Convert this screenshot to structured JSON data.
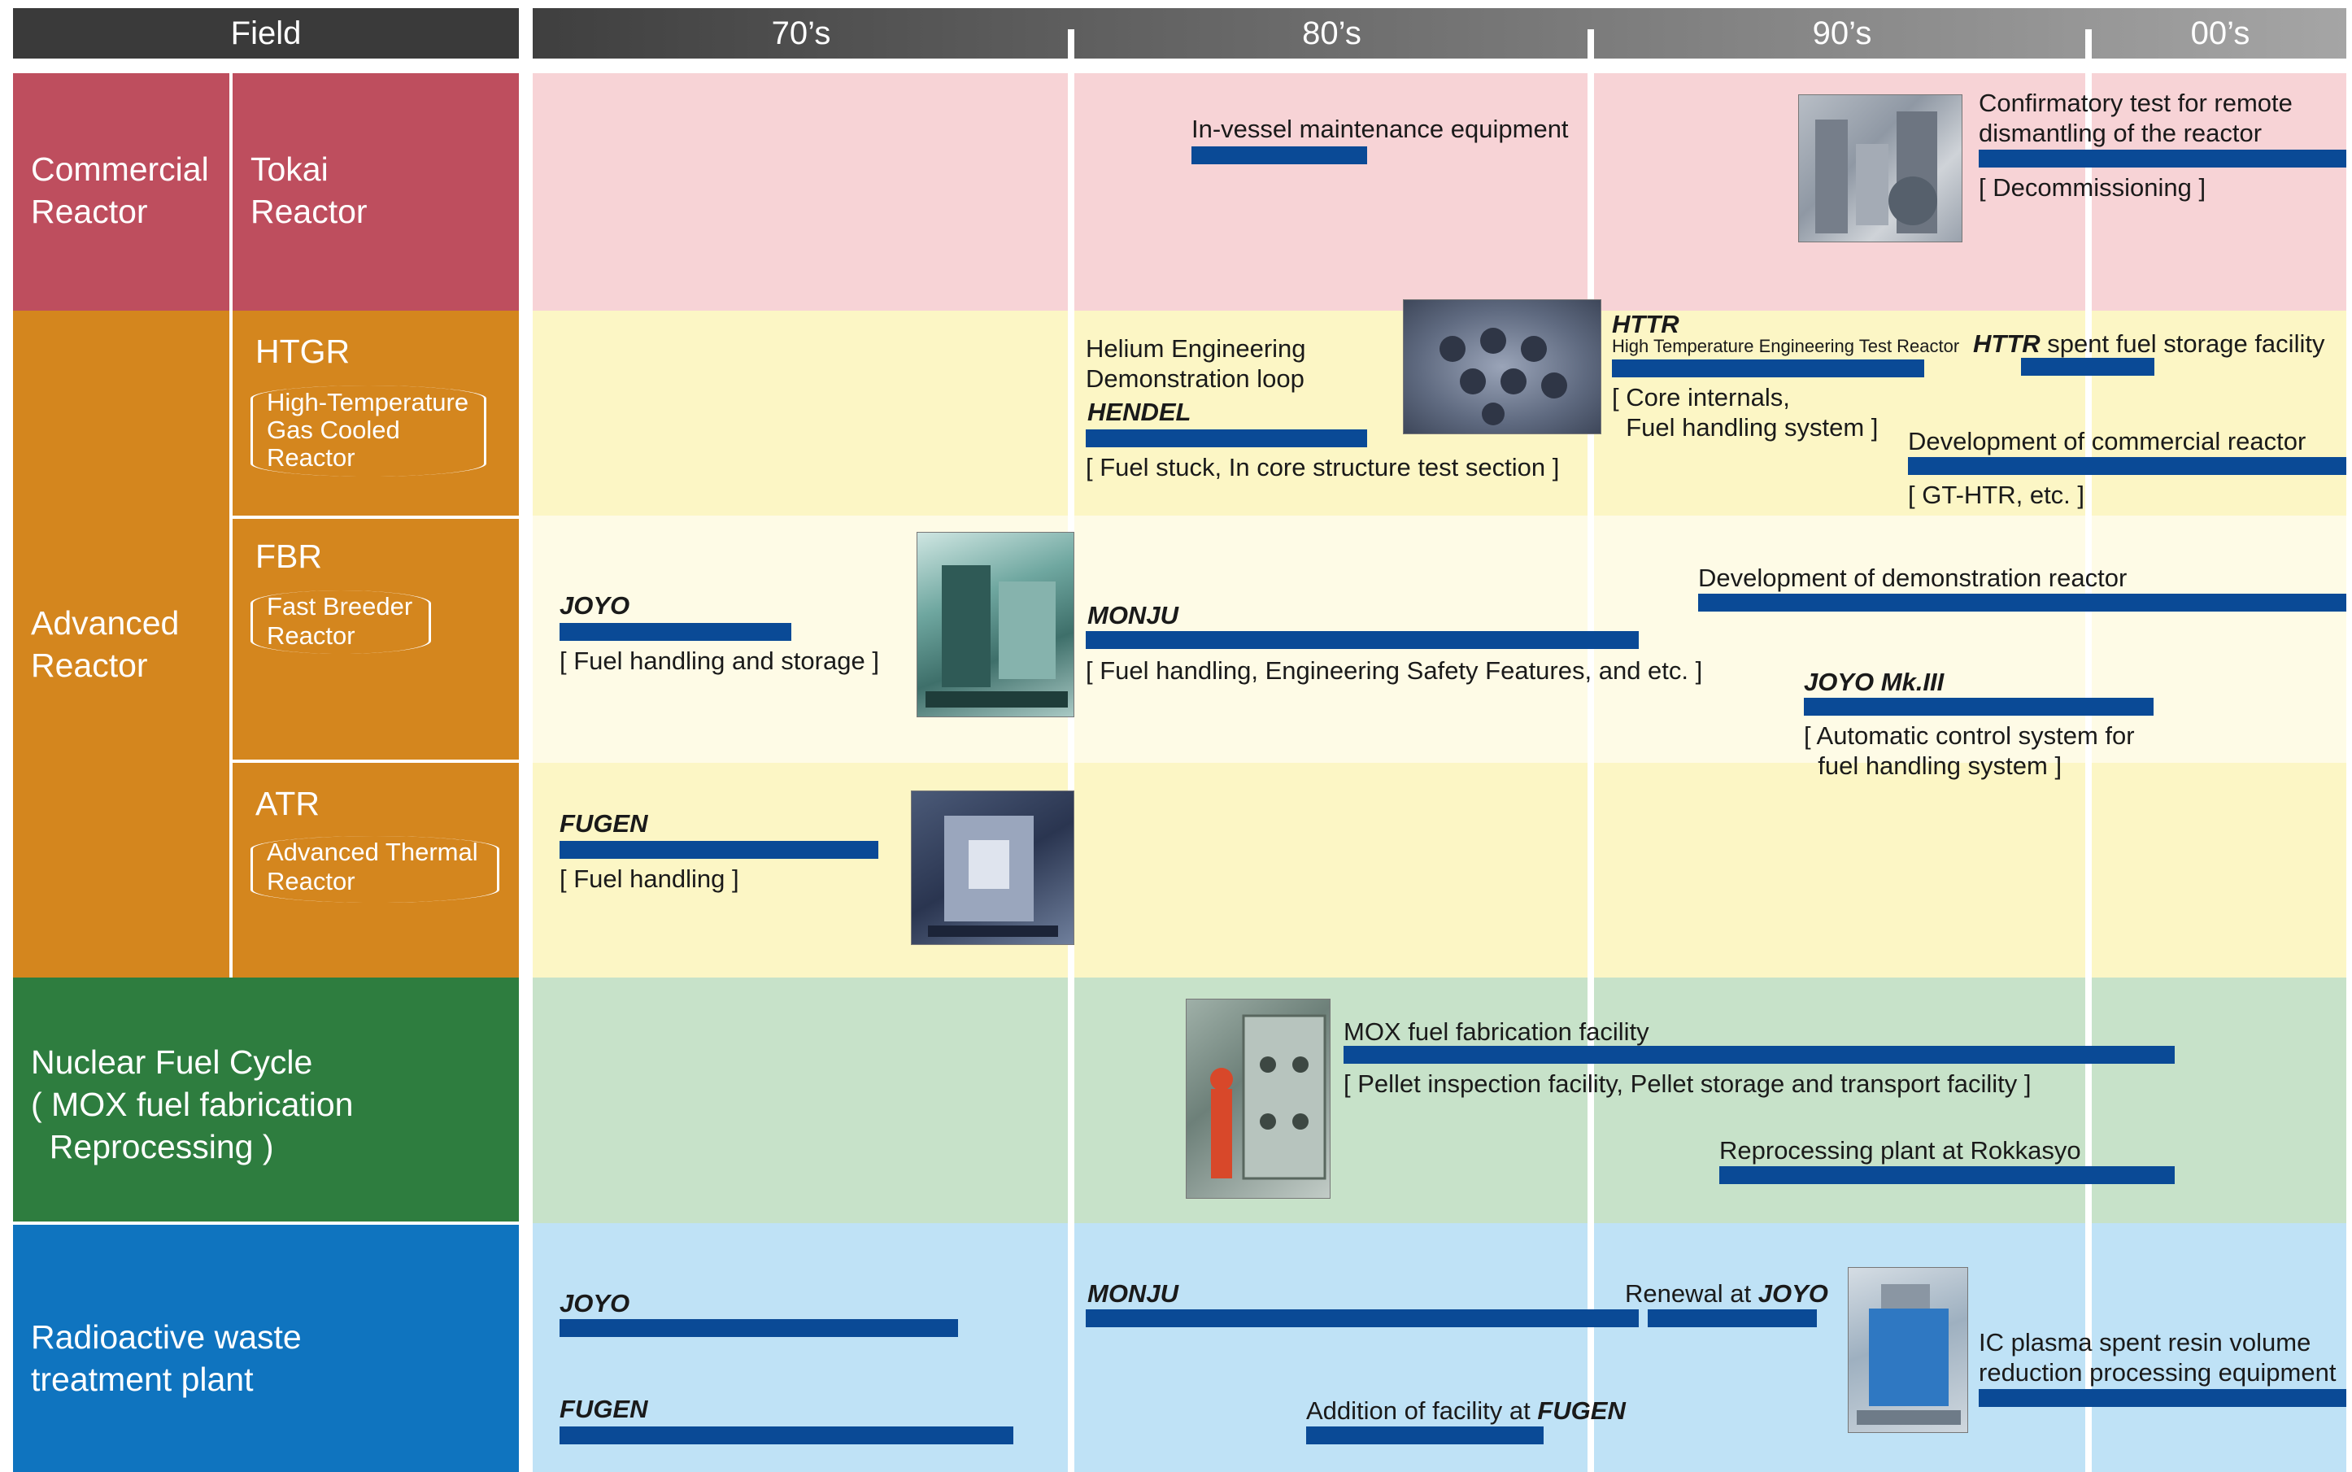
{
  "header": {
    "field": "Field",
    "decades": [
      "70’s",
      "80’s",
      "90’s",
      "00’s"
    ]
  },
  "fields": {
    "commercial": {
      "label": "Commercial\nReactor",
      "sub": "Tokai\nReactor"
    },
    "advanced": {
      "label": "Advanced\nReactor"
    },
    "htgr": {
      "title": "HTGR",
      "desc": "High-Temperature\nGas Cooled\nReactor"
    },
    "fbr": {
      "title": "FBR",
      "desc": "Fast Breeder\nReactor"
    },
    "atr": {
      "title": "ATR",
      "desc": "Advanced Thermal\nReactor"
    },
    "fuel_cycle": {
      "label": "Nuclear Fuel Cycle\n( MOX fuel fabrication\n  Reprocessing )"
    },
    "waste": {
      "label": "Radioactive waste\ntreatment plant"
    }
  },
  "colors": {
    "commercial": "#be4e5e",
    "advanced": "#d4861e",
    "fuel_cycle": "#2e7d3f",
    "waste": "#0f74bf",
    "bar": "#0a4a96",
    "band_pink": "#f7d3d6",
    "band_yellow": "#fcf6c5",
    "band_cream": "#fefbe6",
    "band_green": "#c7e2c9",
    "band_blue": "#bfe2f6"
  },
  "timeline": {
    "commercial": {
      "invessel": {
        "label": "In-vessel maintenance equipment"
      },
      "confirm": {
        "label": "Confirmatory test for remote\ndismantling of the reactor",
        "note": "[ Decommissioning ]"
      }
    },
    "htgr": {
      "hendel": {
        "label": "Helium Engineering\nDemonstration loop",
        "name": "HENDEL",
        "note": "[ Fuel stuck, In core structure test section ]"
      },
      "httr": {
        "name": "HTTR",
        "full": "High Temperature Engineering Test Reactor",
        "note": "[ Core internals,\n  Fuel handling system ]"
      },
      "spent": {
        "name": "HTTR",
        "label": " spent fuel storage facility"
      },
      "commercial_dev": {
        "label": "Development of commercial reactor",
        "note": "[ GT-HTR, etc. ]"
      }
    },
    "fbr": {
      "joyo": {
        "name": "JOYO",
        "note": "[ Fuel handling and storage ]"
      },
      "monju": {
        "name": "MONJU",
        "note": "[ Fuel handling, Engineering Safety Features, and etc. ]"
      },
      "demo": {
        "label": "Development of demonstration reactor"
      },
      "joyo3": {
        "name": "JOYO Mk.III",
        "note": "[ Automatic control system for\n  fuel handling system ]"
      }
    },
    "atr": {
      "fugen": {
        "name": "FUGEN",
        "note": "[ Fuel handling ]"
      }
    },
    "fuel_cycle": {
      "mox": {
        "label": "MOX fuel fabrication facility",
        "note": "[ Pellet inspection facility, Pellet storage and transport facility ]"
      },
      "rokkasyo": {
        "label": "Reprocessing plant at Rokkasyo"
      }
    },
    "waste": {
      "joyo": {
        "name": "JOYO"
      },
      "fugen": {
        "name": "FUGEN"
      },
      "monju": {
        "name": "MONJU"
      },
      "renewal": {
        "label": "Renewal at ",
        "name": "JOYO"
      },
      "addition": {
        "label": "Addition of facility at ",
        "name": "FUGEN"
      },
      "plasma": {
        "label": "IC plasma spent resin volume\nreduction processing equipment"
      }
    }
  }
}
